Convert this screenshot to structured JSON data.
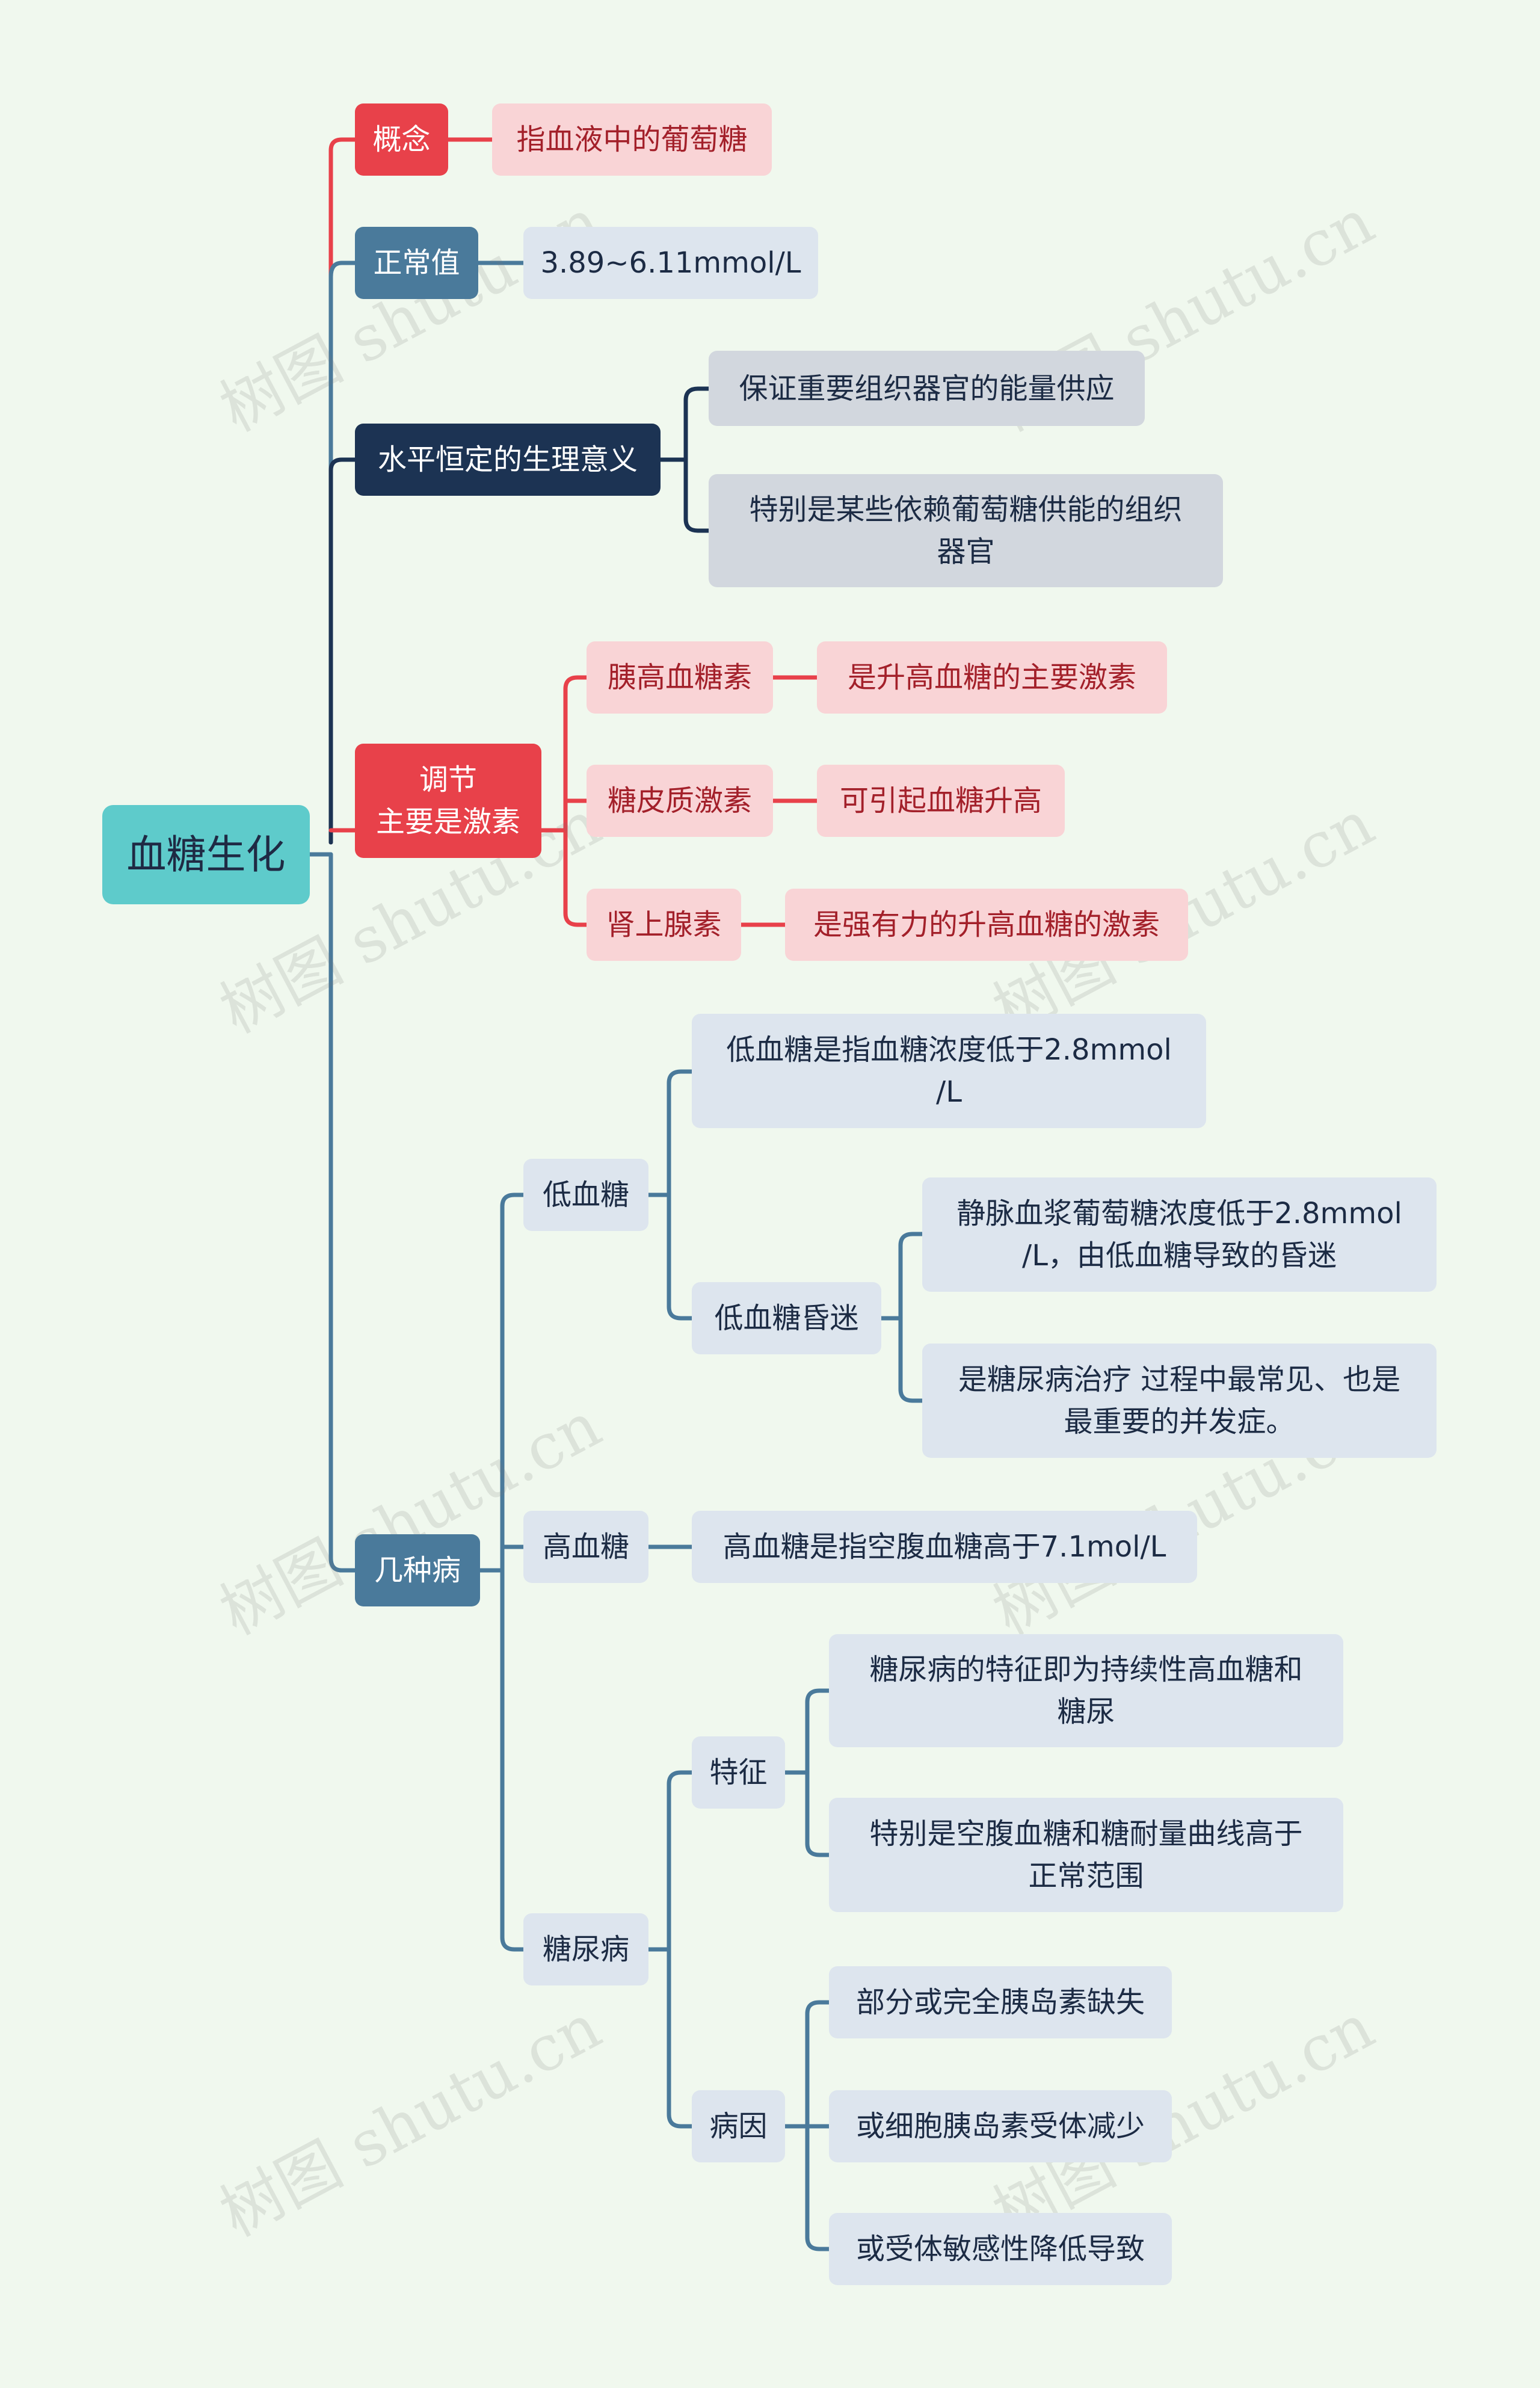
{
  "root": "血糖生化",
  "branches": {
    "concept": {
      "label": "概念",
      "children": [
        "指血液中的葡萄糖"
      ]
    },
    "normal": {
      "label": "正常值",
      "children": [
        "3.89~6.11mmol/L"
      ]
    },
    "significance": {
      "label": "水平恒定的生理意义",
      "children": [
        "保证重要组织器官的能量供应",
        "特别是某些依赖葡萄糖供能的组织\n器官"
      ]
    },
    "regulation": {
      "label": "调节\n主要是激素",
      "hormones": [
        {
          "name": "胰高血糖素",
          "desc": "是升高血糖的主要激素"
        },
        {
          "name": "糖皮质激素",
          "desc": "可引起血糖升高"
        },
        {
          "name": "肾上腺素",
          "desc": "是强有力的升高血糖的激素"
        }
      ]
    },
    "diseases": {
      "label": "几种病",
      "hypo": {
        "label": "低血糖",
        "definition": "低血糖是指血糖浓度低于2.8mmol\n/L",
        "coma": {
          "label": "低血糖昏迷",
          "children": [
            "静脉血浆葡萄糖浓度低于2.8mmol\n/L，由低血糖导致的昏迷",
            "是糖尿病治疗 过程中最常见、也是\n最重要的并发症。"
          ]
        }
      },
      "hyper": {
        "label": "高血糖",
        "definition": "高血糖是指空腹血糖高于7.1mol/L"
      },
      "diabetes": {
        "label": "糖尿病",
        "features": {
          "label": "特征",
          "children": [
            "糖尿病的特征即为持续性高血糖和\n糖尿",
            "特别是空腹血糖和糖耐量曲线高于\n正常范围"
          ]
        },
        "causes": {
          "label": "病因",
          "children": [
            "部分或完全胰岛素缺失",
            "或细胞胰岛素受体减少",
            "或受体敏感性降低导致"
          ]
        }
      }
    }
  },
  "watermark": "树图 shutu.cn",
  "colors": {
    "background": "#f0f8ee",
    "root": "#5ecbcb",
    "red": "#e8414a",
    "steel": "#4a7a9b",
    "navy": "#1c3353",
    "pink": "#f9d4d6",
    "ice": "#dde5ee",
    "grey": "#d2d7de"
  }
}
